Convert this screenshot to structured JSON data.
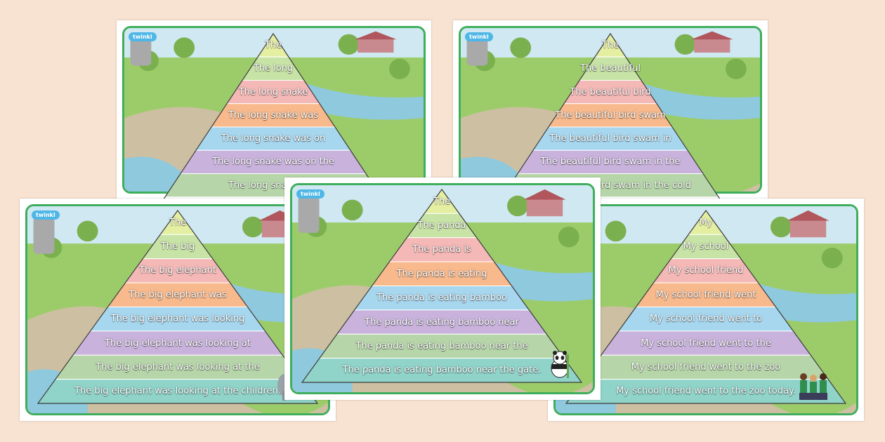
{
  "colors": {
    "background": "#f8e2d1",
    "frame": "#3fae5c",
    "sky": "#cfe8f2",
    "grass": "#9ccc6a",
    "path": "#cdbfa1",
    "water": "#8ec9de",
    "tiers": [
      "#e5efa2",
      "#c8e3a6",
      "#f4b8b6",
      "#f8b98c",
      "#a7d7ef",
      "#c9b3dd",
      "#b6d6a9",
      "#8fd3c9"
    ]
  },
  "logo_text": "twinkl",
  "cards": [
    {
      "id": "snake",
      "rows": [
        "The",
        "The long",
        "The long snake",
        "The long snake was",
        "The long snake was on",
        "The long snake was on the",
        "The long snake was"
      ]
    },
    {
      "id": "bird",
      "rows": [
        "The",
        "The beautiful",
        "The beautiful bird",
        "The beautiful bird swam",
        "The beautiful bird swam in",
        "The beautiful bird swam in the",
        "The beautiful bird swam in the cold"
      ]
    },
    {
      "id": "elephant",
      "rows": [
        "The",
        "The big",
        "The big elephant",
        "The big elephant was",
        "The big elephant was looking",
        "The big elephant was looking at",
        "The big elephant was looking at the",
        "The big elephant was looking at the children."
      ]
    },
    {
      "id": "school",
      "rows": [
        "My",
        "My school",
        "My school friend",
        "My school friend went",
        "My school friend went to",
        "My school friend went to the",
        "My school friend went to the zoo",
        "My school friend went to the zoo today."
      ]
    },
    {
      "id": "panda",
      "rows": [
        "The",
        "The panda",
        "The panda is",
        "The panda is eating",
        "The panda is eating bamboo",
        "The panda is eating bamboo near",
        "The panda is eating bamboo near the",
        "The panda is eating bamboo near the gate."
      ]
    }
  ],
  "icons": {
    "panda": "panda-icon",
    "children": "children-group-icon",
    "elephant": "elephant-icon"
  }
}
